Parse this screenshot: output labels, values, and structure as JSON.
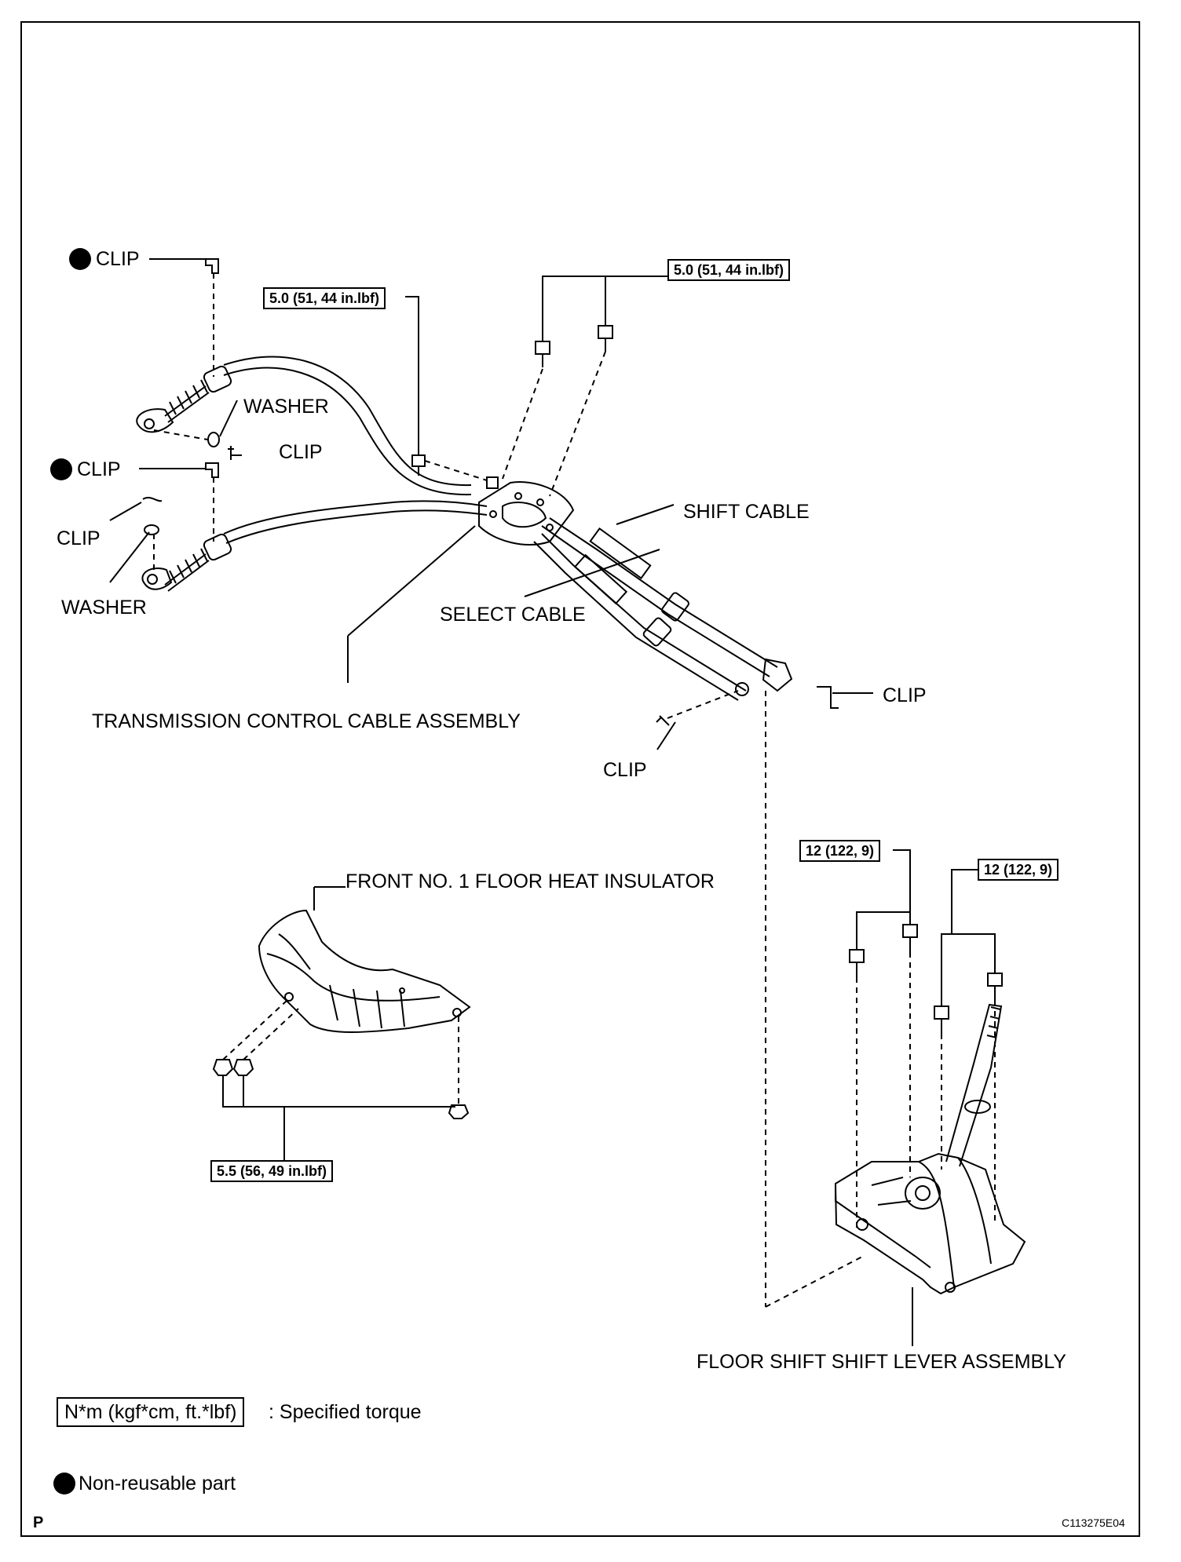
{
  "diagram": {
    "parts": {
      "clip_top": "CLIP",
      "clip_mid": "CLIP",
      "clip_left": "CLIP",
      "clip_right_small": "CLIP",
      "clip_right": "CLIP",
      "clip_bottom": "CLIP",
      "washer_top": "WASHER",
      "washer_bottom": "WASHER",
      "shift_cable": "SHIFT CABLE",
      "select_cable": "SELECT CABLE",
      "transmission_cable": "TRANSMISSION CONTROL CABLE ASSEMBLY",
      "heat_insulator": "FRONT NO. 1 FLOOR HEAT INSULATOR",
      "shift_lever": "FLOOR SHIFT SHIFT LEVER ASSEMBLY"
    },
    "torques": {
      "bracket_bolt": "5.0 (51, 44 in.lbf)",
      "plate_bolts": "5.0 (51, 44 in.lbf)",
      "lever_bolts_left": "12 (122, 9)",
      "lever_bolts_right": "12 (122, 9)",
      "insulator_nuts": "5.5 (56, 49 in.lbf)"
    },
    "legend": {
      "torque_unit": "N*m (kgf*cm, ft.*lbf)",
      "torque_text": ": Specified torque",
      "nonreusable_text": "Non-reusable part"
    },
    "footer": {
      "page_letter": "P",
      "figure_code": "C113275E04"
    }
  }
}
